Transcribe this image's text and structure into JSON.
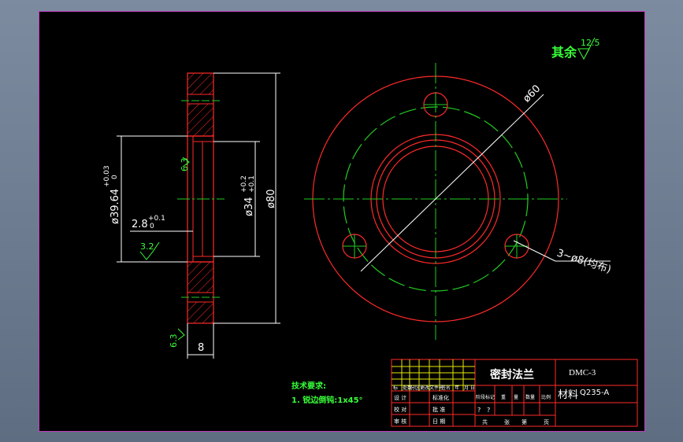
{
  "roughness": {
    "label": "其余",
    "value": "12.5"
  },
  "dims": {
    "d60": "ø60",
    "d80": "ø80",
    "d39": "ø39.64",
    "d39_tol_up": "+0.03",
    "d39_tol_lo": "0",
    "d34": "ø34",
    "d34_tol_up": "+0.2",
    "d34_tol_lo": "+0.1",
    "t28": "2.8",
    "t28_tol_up": "+0.1",
    "t28_tol_lo": "0",
    "w8": "8",
    "holes": "3~ø8(均布)"
  },
  "surface": {
    "s1": "6.3",
    "s2": "3.2",
    "s3": "6.3"
  },
  "tech": {
    "title": "技术要求:",
    "item1": "1. 锐边倒钝:1x45°"
  },
  "title_block": {
    "part_name": "密封法兰",
    "drawing_no": "DMC-3",
    "material_label": "材料",
    "material": "Q235-A",
    "row1": [
      "标",
      "处数",
      "分区",
      "更改文件号",
      "签名",
      "年",
      "月",
      "日"
    ],
    "stage_labels": [
      "阶段标记",
      "重",
      "量",
      "数量",
      "比例"
    ],
    "rows": [
      {
        "a": "设 计",
        "b": "标准化"
      },
      {
        "a": "校 对",
        "b": "批 准"
      },
      {
        "a": "审 核",
        "b": "日 期"
      }
    ],
    "scale_marks": [
      "?",
      "?"
    ],
    "sheet_row": [
      "共",
      "张",
      "第",
      "页"
    ]
  }
}
